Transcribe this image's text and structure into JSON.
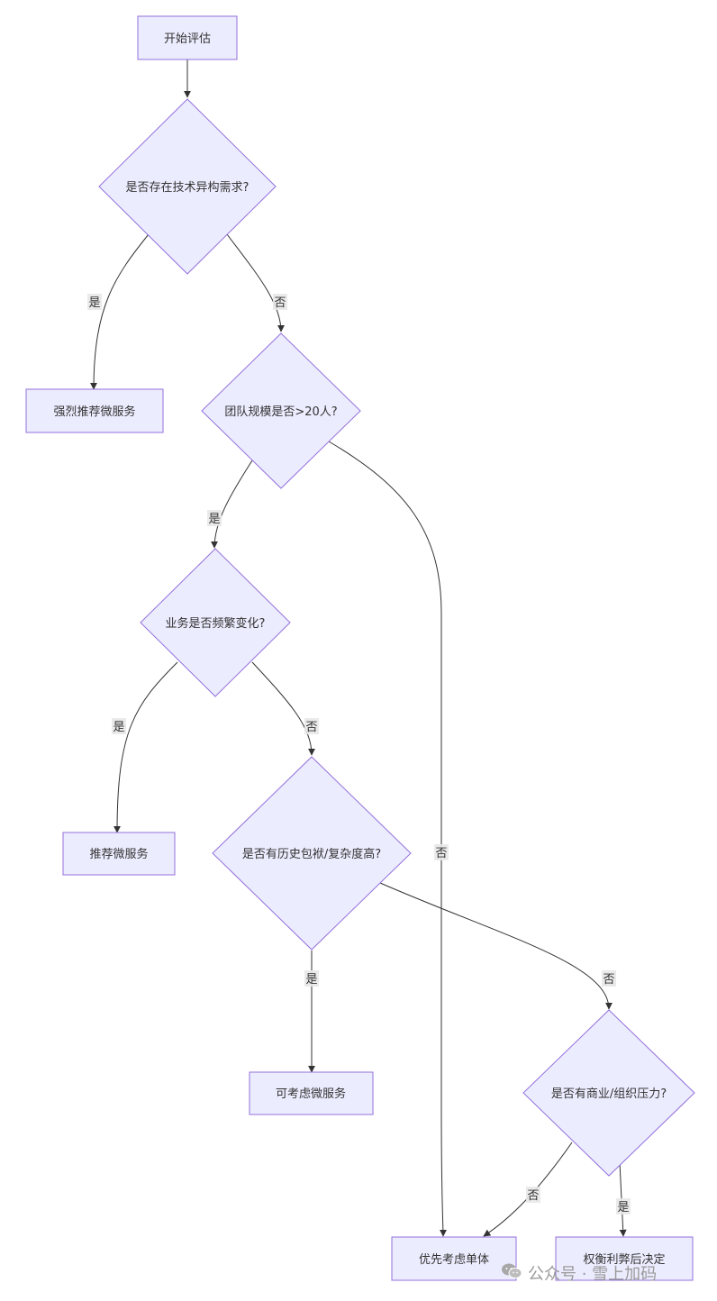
{
  "nodes": {
    "start": "开始评估",
    "q_hetero": "是否存在技术异构需求?",
    "strong_micro": "强烈推荐微服务",
    "q_team": "团队规模是否>20人?",
    "q_business": "业务是否频繁变化?",
    "recommend_micro": "推荐微服务",
    "q_legacy": "是否有历史包袱/复杂度高?",
    "consider_micro": "可考虑微服务",
    "q_pressure": "是否有商业/组织压力?",
    "monolith": "优先考虑单体",
    "tradeoff": "权衡利弊后决定"
  },
  "edges": {
    "hetero_yes": "是",
    "hetero_no": "否",
    "team_yes": "是",
    "team_no": "否",
    "business_yes": "是",
    "business_no": "否",
    "legacy_yes": "是",
    "legacy_no": "否",
    "pressure_no": "否",
    "pressure_yes": "是"
  },
  "watermark": {
    "text": "公众号 · 雪上加码",
    "icon": "wechat-icon"
  },
  "colors": {
    "node_fill": "#ECECFF",
    "node_stroke": "#9370DB",
    "edge": "#333333",
    "text": "#333333"
  }
}
